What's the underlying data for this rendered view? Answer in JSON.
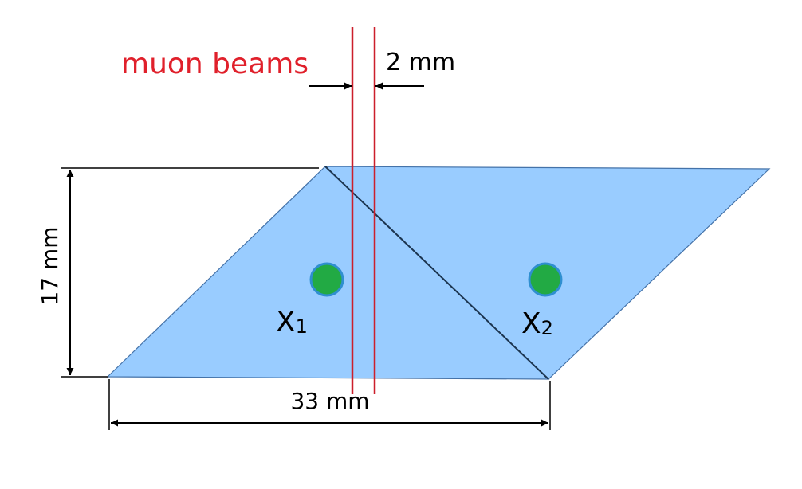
{
  "labels": {
    "beams": "muon beams",
    "beam_gap": "2 mm",
    "height": "17 mm",
    "width": "33 mm",
    "x1_main": "X",
    "x1_sub": "1",
    "x2_main": "X",
    "x2_sub": "2"
  },
  "colors": {
    "triangle_fill": "#99ccff",
    "triangle_edge": "#4472a8",
    "beam_line": "#cc1f2b",
    "beam_text": "#e0202b",
    "dot_fill": "#22aa44",
    "dot_edge": "#2f8fd0",
    "dimension_line": "#000000"
  }
}
